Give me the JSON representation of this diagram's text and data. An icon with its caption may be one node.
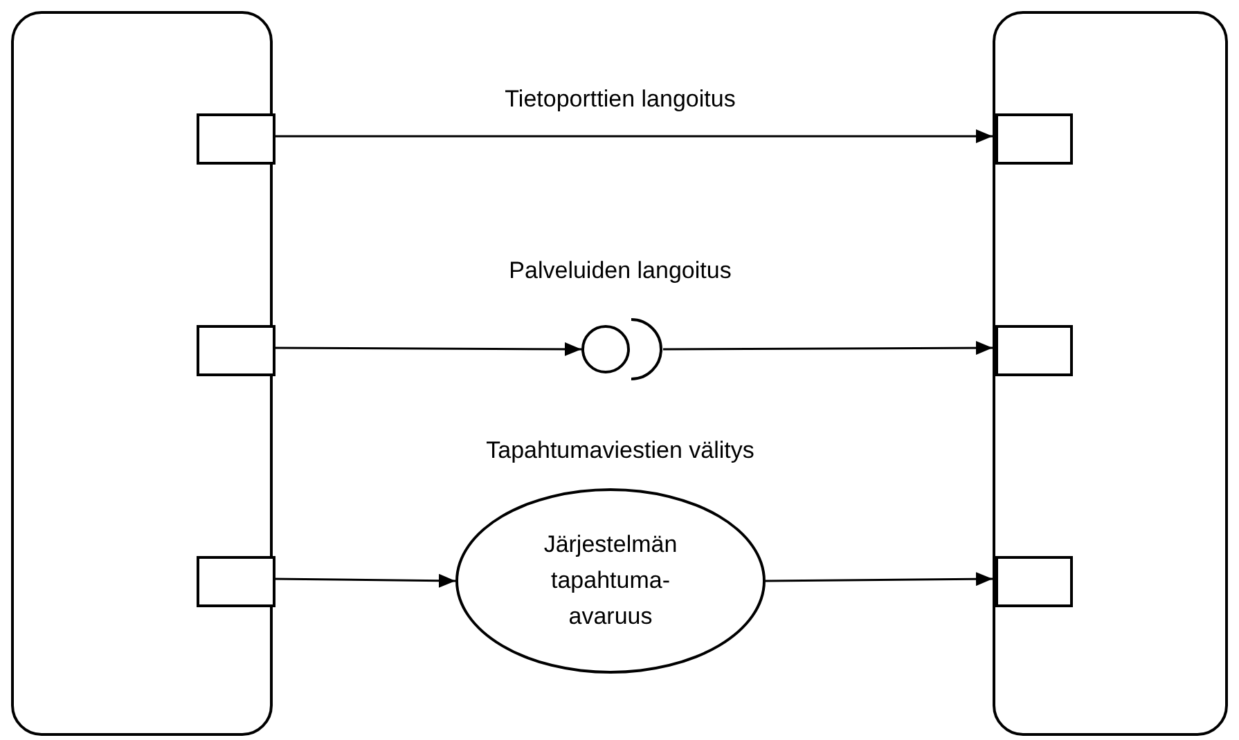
{
  "diagram": {
    "nodes": [
      {
        "text": [],
        "shape": "box"
      },
      {
        "text": [],
        "shape": "box",
        "in": 0
      },
      {
        "text": [],
        "shape": "box",
        "in": 0
      },
      {
        "text": [],
        "shape": "box",
        "in": 0
      },
      {
        "text": [],
        "shape": "box"
      },
      {
        "text": [],
        "shape": "box",
        "in": 4
      },
      {
        "text": [],
        "shape": "box",
        "in": 4
      },
      {
        "text": [],
        "shape": "box",
        "in": 4
      },
      {
        "text": [],
        "shape": "circle"
      },
      {
        "text": [],
        "shape": "arc"
      },
      {
        "text": [
          "Järjestelmän tapahtuma- avaruus"
        ]
      }
    ],
    "edges": [
      {
        "from": 1,
        "to": 5,
        "arrow": "to"
      },
      {
        "from": 2,
        "to": 8,
        "arrow": "to"
      },
      {
        "from": 9,
        "to": 6,
        "arrow": "to"
      },
      {
        "from": 3,
        "to": 10,
        "arrow": "to"
      },
      {
        "from": 10,
        "to": 7,
        "arrow": "to"
      }
    ],
    "labels": [
      "Tietoporttien langoitus",
      "Palveluiden langoitus",
      "Tapahtumaviestien välitys"
    ]
  }
}
